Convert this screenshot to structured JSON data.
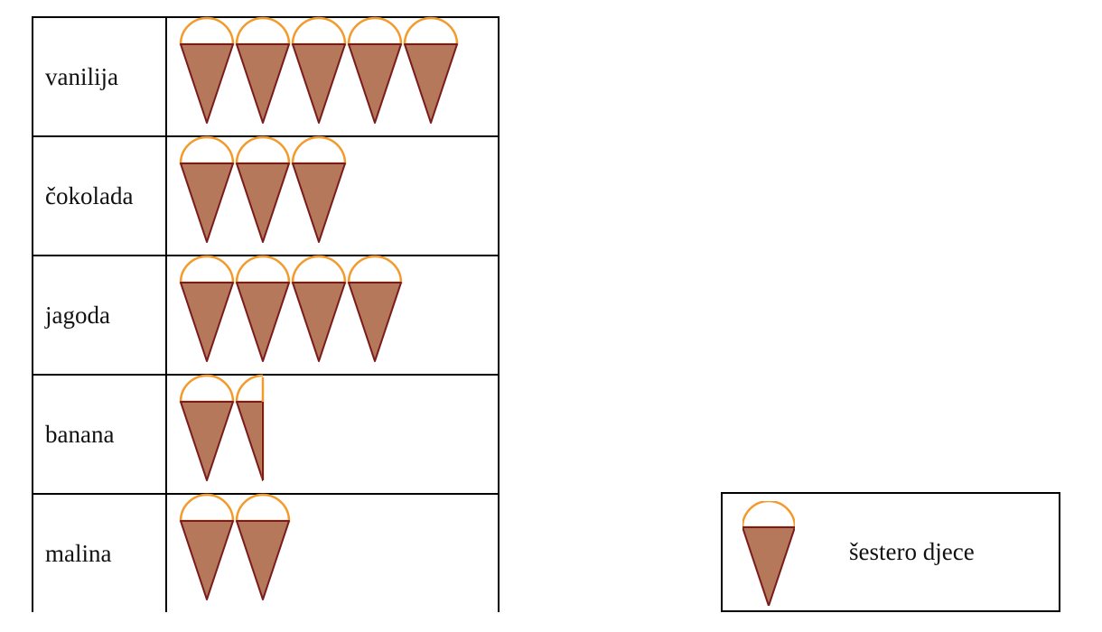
{
  "chart_data": {
    "type": "bar",
    "categories": [
      "vanilija",
      "čokolada",
      "jagoda",
      "banana",
      "malina"
    ],
    "icons": [
      5,
      3,
      4,
      1.5,
      2
    ],
    "values": [
      30,
      18,
      24,
      9,
      12
    ],
    "icon_value": 6,
    "legend": {
      "label": "šestero djece"
    },
    "colors": {
      "cone": "#b5785a",
      "cone_stroke": "#7b1c1c",
      "scoop": "#f39a2c"
    }
  }
}
